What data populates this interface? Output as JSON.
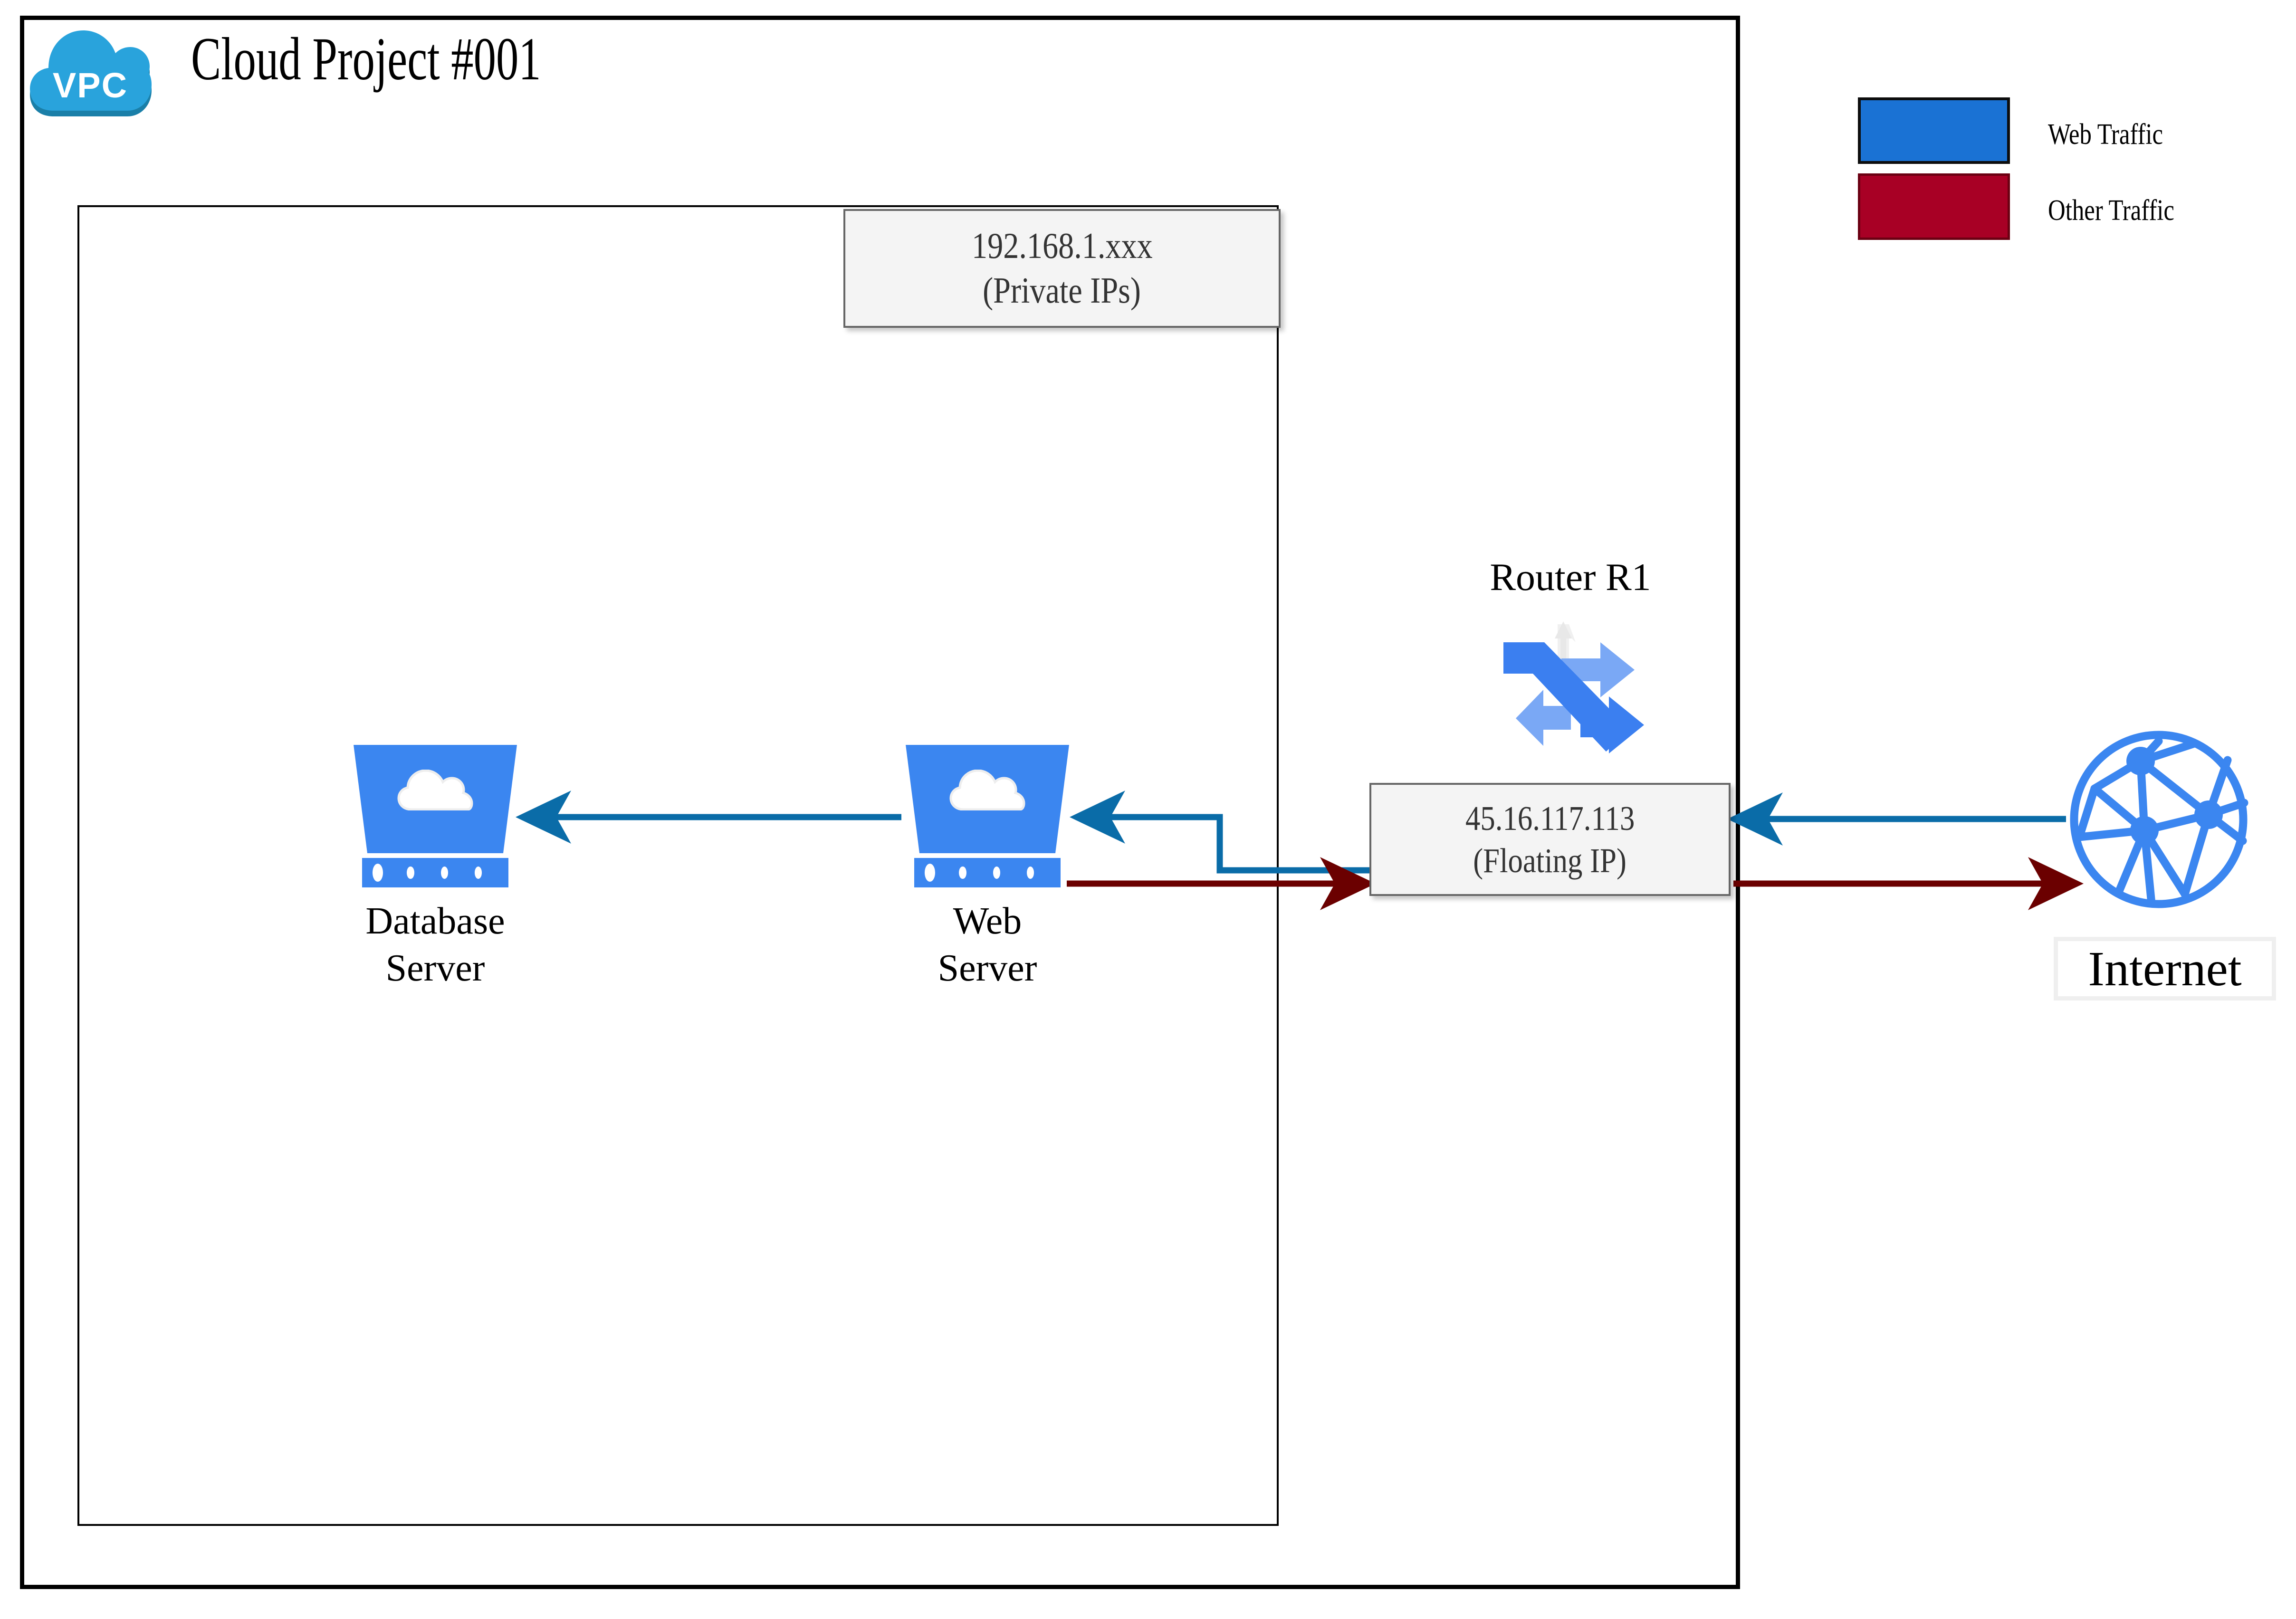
{
  "diagram": {
    "title": "Cloud Project #001",
    "vpc_icon_label": "VPC"
  },
  "callouts": {
    "private_ip": {
      "line1": "192.168.1.xxx",
      "line2": "(Private IPs)"
    },
    "floating_ip": {
      "line1": "45.16.117.113",
      "line2": "(Floating IP)"
    }
  },
  "nodes": {
    "database_server": {
      "label_line1": "Database",
      "label_line2": "Server"
    },
    "web_server": {
      "label_line1": "Web",
      "label_line2": "Server"
    },
    "router": {
      "label": "Router R1"
    },
    "internet": {
      "label": "Internet"
    }
  },
  "legend": {
    "items": [
      {
        "label": "Web Traffic",
        "color": "#1a72d4"
      },
      {
        "label": "Other Traffic",
        "color": "#a80025"
      }
    ]
  },
  "colors": {
    "web_traffic_arrow": "#0a6ca8",
    "other_traffic_arrow": "#6b0000",
    "node_blue": "#3b86f0",
    "vpc_cloud_blue": "#29a3dc",
    "router_blue_dark": "#3b7ff0",
    "router_blue_light": "#7aa8f5",
    "globe_blue": "#3b86f0",
    "border_black": "#000000",
    "callout_bg": "#f4f4f4",
    "callout_border": "#666666"
  },
  "connections": [
    {
      "from": "web_server",
      "to": "database_server",
      "type": "web_traffic"
    },
    {
      "from": "floating_ip",
      "to": "web_server",
      "type": "web_traffic"
    },
    {
      "from": "web_server",
      "to": "floating_ip",
      "type": "other_traffic"
    },
    {
      "from": "internet",
      "to": "floating_ip",
      "type": "web_traffic"
    },
    {
      "from": "floating_ip",
      "to": "internet",
      "type": "other_traffic"
    }
  ]
}
